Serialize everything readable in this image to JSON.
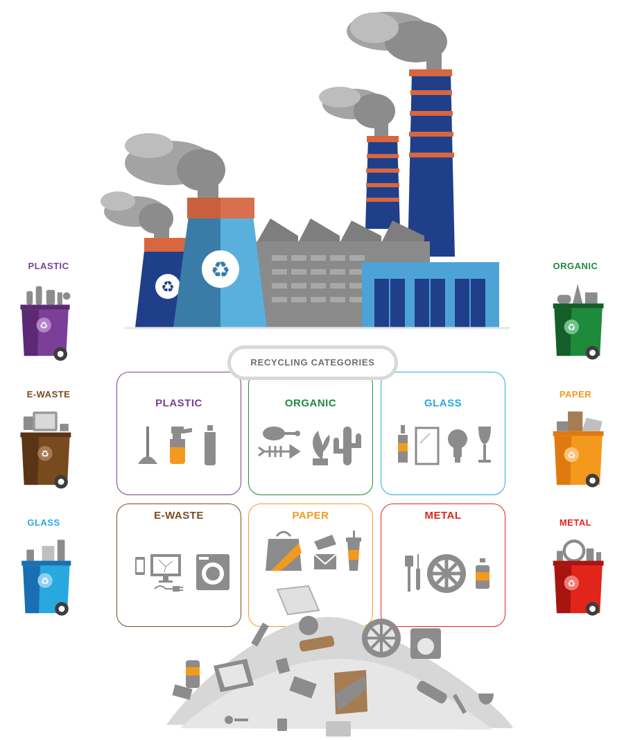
{
  "header": {
    "categories_title": "RECYCLING CATEGORIES"
  },
  "bins": {
    "left": [
      {
        "label": "PLASTIC",
        "color": "#7b3f98"
      },
      {
        "label": "E-WASTE",
        "color": "#7a4a1f"
      },
      {
        "label": "GLASS",
        "color": "#29a8e0"
      }
    ],
    "right": [
      {
        "label": "ORGANIC",
        "color": "#1e8a3c"
      },
      {
        "label": "PAPER",
        "color": "#f39a1e"
      },
      {
        "label": "METAL",
        "color": "#e1251b"
      }
    ]
  },
  "categories": [
    {
      "label": "PLASTIC",
      "color": "#7b3f98",
      "icons": [
        "plunger-icon",
        "spray-bottle-icon",
        "plastic-bottle-icon"
      ]
    },
    {
      "label": "ORGANIC",
      "color": "#1e8a3c",
      "icons": [
        "drumstick-icon",
        "fishbone-icon",
        "plant-icon",
        "cactus-icon"
      ]
    },
    {
      "label": "GLASS",
      "color": "#29a8e0",
      "icons": [
        "glass-bottle-icon",
        "mirror-icon",
        "light-bulb-icon",
        "wine-glass-icon"
      ]
    },
    {
      "label": "E-WASTE",
      "color": "#7a4a1f",
      "icons": [
        "phone-icon",
        "monitor-icon",
        "plug-icon",
        "washing-machine-icon"
      ]
    },
    {
      "label": "PAPER",
      "color": "#f39a1e",
      "icons": [
        "shopping-bag-icon",
        "envelope-icon",
        "newspaper-icon",
        "paper-cup-icon"
      ]
    },
    {
      "label": "METAL",
      "color": "#e1251b",
      "icons": [
        "spatula-icon",
        "screwdriver-icon",
        "wheel-rim-icon",
        "can-icon"
      ]
    }
  ]
}
